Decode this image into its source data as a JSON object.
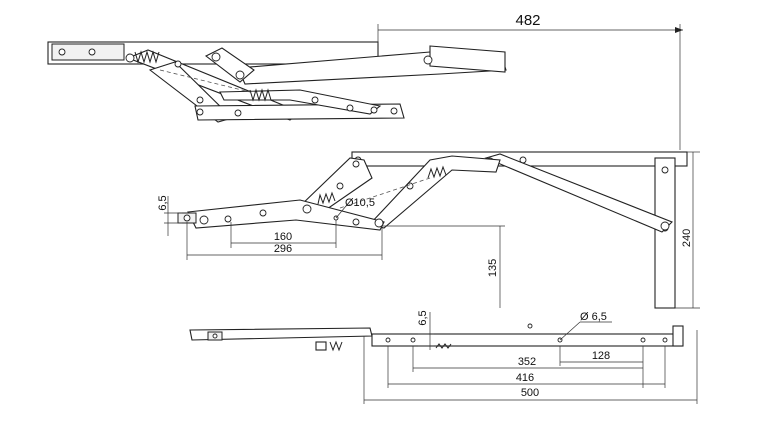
{
  "drawing": {
    "top_view": {
      "width_dim": "482"
    },
    "side_view": {
      "thickness_dim": "6,5",
      "hole_dia_dim": "Ø10,5",
      "span_160_dim": "160",
      "span_296_dim": "296",
      "height_135_dim": "135",
      "height_240_dim": "240"
    },
    "bottom_view": {
      "thickness_dim": "6,5",
      "hole_dia_dim": "Ø 6,5",
      "span_128_dim": "128",
      "span_352_dim": "352",
      "span_416_dim": "416",
      "span_500_dim": "500"
    }
  }
}
